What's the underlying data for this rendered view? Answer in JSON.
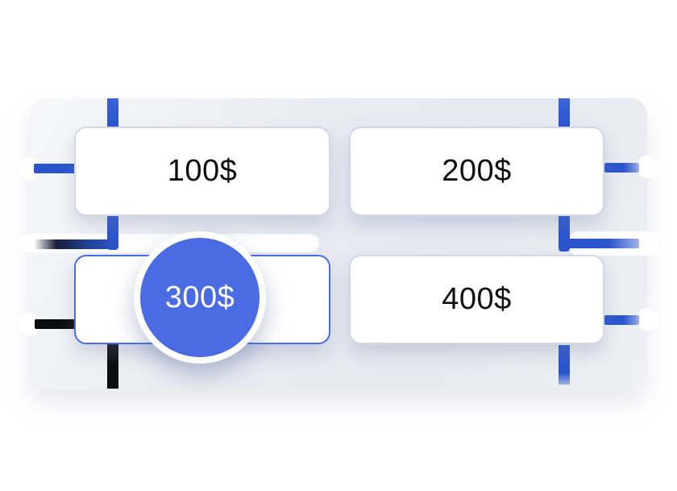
{
  "cards": [
    {
      "label": "100$"
    },
    {
      "label": "200$"
    },
    {
      "label": "",
      "selected": true
    },
    {
      "label": "400$"
    }
  ],
  "badge": {
    "label": "300$"
  },
  "colors": {
    "accent_blue": "#4a6be1",
    "selected_card_border": "#4a6de2",
    "connector_blue": "#2a55cc",
    "connector_black": "#0c0d12",
    "panel_gray": "#e9ecf2",
    "card_border": "#d2d8e8",
    "card_text": "#0e0f12",
    "badge_text": "#ffffff",
    "page_background": "#ffffff"
  }
}
